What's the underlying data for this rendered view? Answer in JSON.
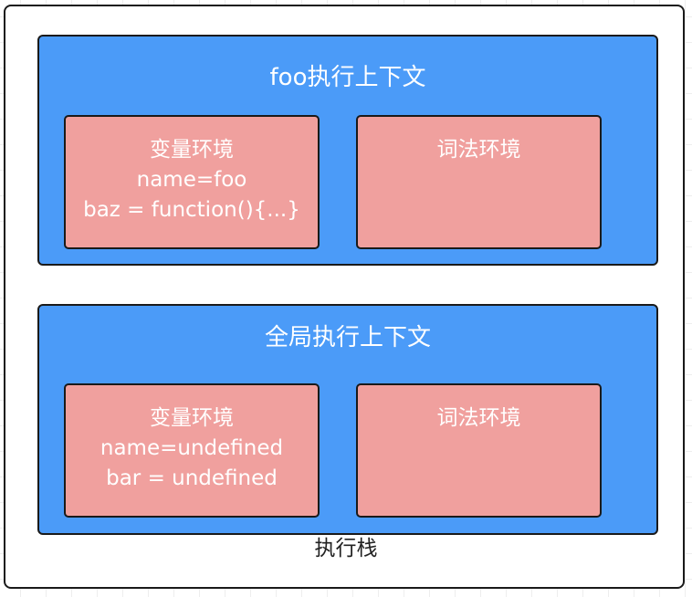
{
  "contexts": [
    {
      "title": "foo执行上下文",
      "variable_environment": {
        "title": "变量环境",
        "lines": [
          "name=foo",
          "baz = function(){...}"
        ]
      },
      "lexical_environment": {
        "title": "词法环境"
      }
    },
    {
      "title": "全局执行上下文",
      "variable_environment": {
        "title": "变量环境",
        "lines": [
          "name=undefined",
          "bar = undefined"
        ]
      },
      "lexical_environment": {
        "title": "词法环境"
      }
    }
  ],
  "stack_label": "执行栈",
  "colors": {
    "context_fill": "#4b9bf8",
    "environment_fill": "#f0a09e",
    "outline": "#1a1a1a",
    "text_light": "#ffffff",
    "text_dark": "#222222"
  }
}
